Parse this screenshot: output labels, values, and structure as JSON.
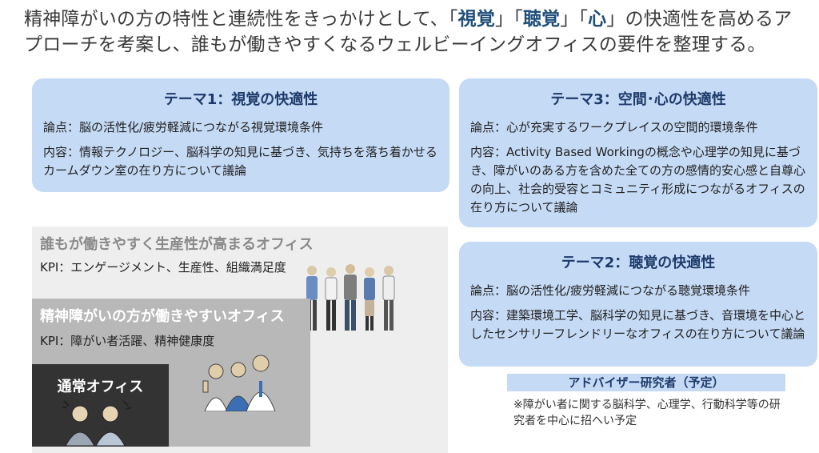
{
  "intro": {
    "part1": "精神障がいの方の特性と連続性をきっかけとして、「",
    "word1": "視覚",
    "sep1": "」「",
    "word2": "聴覚",
    "sep2": "」「",
    "word3": "心",
    "part2": "」の快適性を高めるアプローチを考案し、誰もが働きやすくなるウェルビーイングオフィスの要件を整理する。"
  },
  "theme1": {
    "title": "テーマ1：視覚の快適性",
    "issue": "論点：脳の活性化/疲労軽減につながる視覚環境条件",
    "content": "内容：情報テクノロジー、脳科学の知見に基づき、気持ちを落ち着かせるカームダウン室の在り方について議論"
  },
  "theme3": {
    "title": "テーマ3：空間･心の快適性",
    "issue": "論点：心が充実するワークプレイスの空間的環境条件",
    "content": "内容：Activity Based Workingの概念や心理学の知見に基づき、障がいのある方を含めた全ての方の感情的安心感と自尊心の向上、社会的受容とコミュニティ形成につながるオフィスの在り方について議論"
  },
  "theme2": {
    "title": "テーマ2：聴覚の快適性",
    "issue": "論点：脳の活性化/疲労軽減につながる聴覚環境条件",
    "content": "内容：建築環境工学、脳科学の知見に基づき、音環境を中心としたセンサリーフレンドリーなオフィスの在り方について議論"
  },
  "office_all": {
    "title": "誰もが働きやすく生産性が高まるオフィス",
    "kpi": "KPI：エンゲージメント、生産性、組織満足度"
  },
  "office_mental": {
    "title": "精神障がいの方が働きやすいオフィス",
    "kpi": "KPI：障がい者活躍、精神健康度"
  },
  "office_normal": {
    "title": "通常オフィス"
  },
  "advisor": {
    "title": "アドバイザー研究者（予定）",
    "note": "※障がい者に関する脳科学、心理学、行動科学等の研究者を中心に招へい予定"
  },
  "colors": {
    "card": "#c5daf5",
    "title_blue": "#1d3a6b",
    "highlight": "#1f4e79"
  }
}
